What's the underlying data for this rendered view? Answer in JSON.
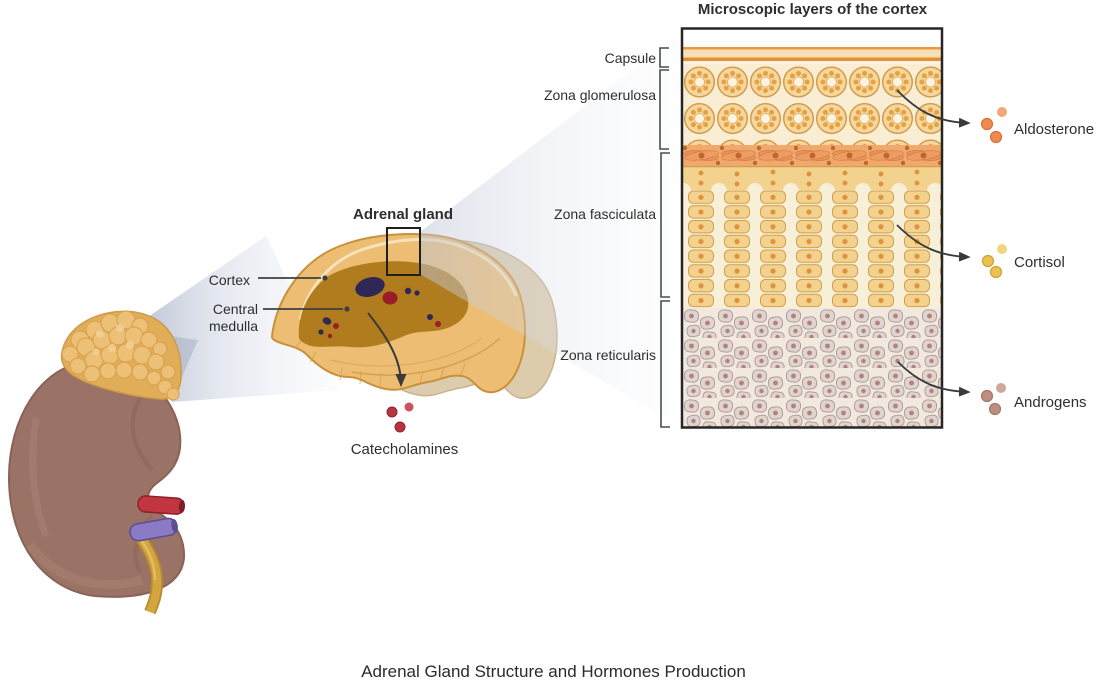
{
  "figure": {
    "caption": "Adrenal Gland Structure and Hormones Production"
  },
  "kidney_view": {
    "labels": {
      "cortex": "Cortex",
      "central_medulla": "Central medulla"
    },
    "adrenal_title": "Adrenal gland",
    "catecholamines": {
      "label": "Catecholamines",
      "color": "#b43441",
      "color_light": "#c9545e"
    }
  },
  "panel": {
    "title": "Microscopic layers of the cortex",
    "layers": [
      {
        "label": "Capsule"
      },
      {
        "label": "Zona glomerulosa"
      },
      {
        "label": "Zona fasciculata"
      },
      {
        "label": "Zona reticularis"
      }
    ],
    "hormones": [
      {
        "name": "Aldosterone",
        "color": "#ec8a50",
        "color_light": "#f3a87c"
      },
      {
        "name": "Cortisol",
        "color": "#eac24f",
        "color_light": "#f1d57e"
      },
      {
        "name": "Androgens",
        "color": "#bd8d7f",
        "color_light": "#cfa89b"
      }
    ]
  }
}
